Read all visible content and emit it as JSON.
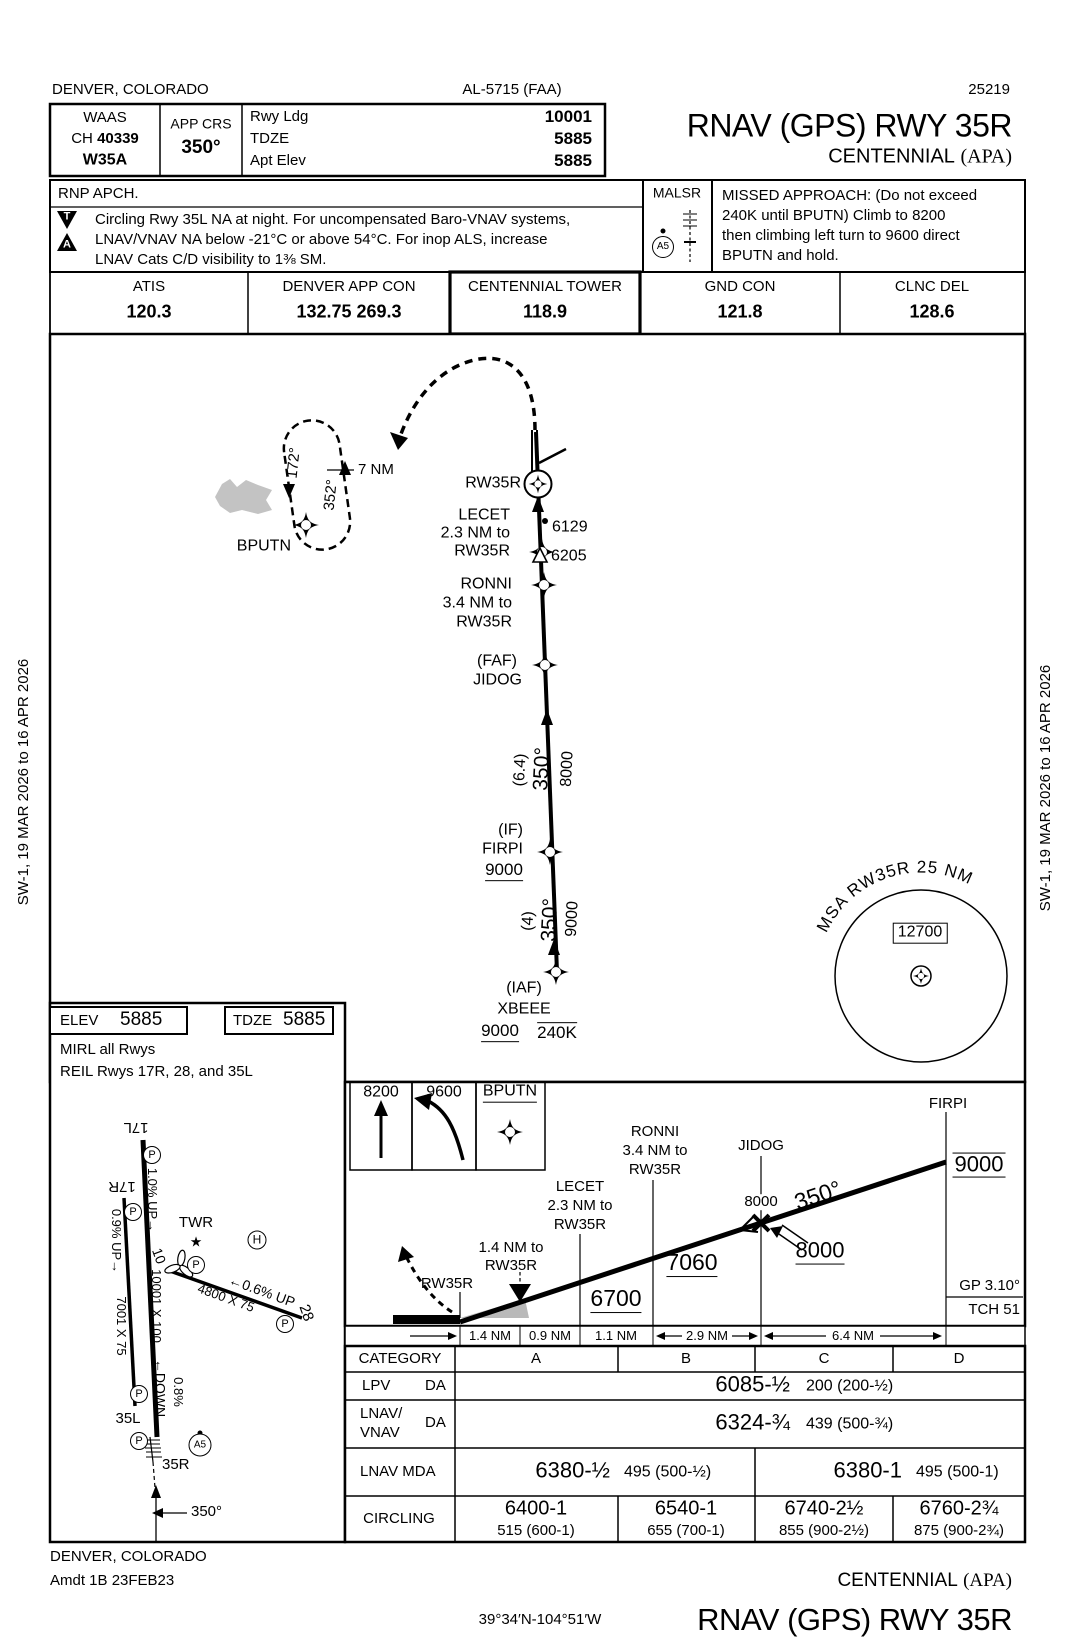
{
  "edition_band": "SW-1,  19 MAR 2026  to  16 APR 2026",
  "header": {
    "city": "DENVER, COLORADO",
    "al_number": "AL-5715 (FAA)",
    "chart_number": "25219"
  },
  "briefing": {
    "waas_label": "WAAS",
    "ch_label": "CH",
    "ch_value": "40339",
    "waas_ident": "W35A",
    "app_crs_label": "APP CRS",
    "app_crs_value": "350°",
    "rwy_ldg_label": "Rwy Ldg",
    "rwy_ldg_value": "10001",
    "tdze_label": "TDZE",
    "tdze_value": "5885",
    "apt_elev_label": "Apt Elev",
    "apt_elev_value": "5885",
    "procedure_title": "RNAV (GPS) RWY 35R",
    "airport_name": "CENTENNIAL",
    "airport_id": "(APA)"
  },
  "notes": {
    "rnp": "RNP APCH.",
    "t_icon": "T",
    "a_icon": "A",
    "line1": "Circling Rwy 35L NA at night.  For uncompensated Baro-VNAV systems,",
    "line2": "LNAV/VNAV NA below -21°C or above 54°C.  For inop ALS, increase",
    "line3": "LNAV Cats C/D visibility to 1⅜ SM.",
    "malsr": "MALSR",
    "a5": "A5"
  },
  "missed_approach": {
    "line1": "MISSED APPROACH:  (Do not exceed",
    "line2": "240K until BPUTN) Climb to 8200",
    "line3": "then climbing left turn to 9600 direct",
    "line4": "BPUTN and hold."
  },
  "comms": [
    {
      "label": "ATIS",
      "freq": "120.3"
    },
    {
      "label": "DENVER APP CON",
      "freq": "132.75  269.3"
    },
    {
      "label": "CENTENNIAL TOWER",
      "freq": "118.9"
    },
    {
      "label": "GND CON",
      "freq": "121.8"
    },
    {
      "label": "CLNC DEL",
      "freq": "128.6"
    }
  ],
  "plan": {
    "hold_outbound": "172°",
    "hold_inbound": "352°",
    "hold_leg": "7 NM",
    "bputn": "BPUTN",
    "rw35r": "RW35R",
    "lecet": {
      "name": "LECET",
      "dist": "2.3 NM to",
      "ref": "RW35R"
    },
    "obstacle1": "6129",
    "obstacle2": "6205",
    "ronni": {
      "name": "RONNI",
      "dist": "3.4 NM to",
      "ref": "RW35R"
    },
    "faf": "(FAF)",
    "jidog": "JIDOG",
    "leg1_course": "350°",
    "leg1_dist": "(6.4)",
    "leg1_alt": "8000",
    "if_label": "(IF)",
    "firpi": "FIRPI",
    "firpi_alt": "9000",
    "leg2_course": "350°",
    "leg2_dist": "(4)",
    "leg2_alt": "9000",
    "iaf_label": "(IAF)",
    "xbeee": "XBEEE",
    "xbeee_alt": "9000",
    "xbeee_speed": "240K",
    "msa_arc_text": "MSA RW35R 25 NM",
    "msa_alt": "12700"
  },
  "airport": {
    "elev_label": "ELEV",
    "elev": "5885",
    "tdze_label": "TDZE",
    "tdze": "5885",
    "lights1": "MIRL all Rwys",
    "lights2": "REIL Rwys 17R, 28, and 35L",
    "rwy17l": "17L",
    "rwy17r": "17R",
    "rwy35l": "35L",
    "rwy35r": "35R",
    "rwy28": "28",
    "rwy10": "10",
    "twr": "TWR",
    "twr_star": "★",
    "heli": "H",
    "parking": "P",
    "a5": "A5",
    "grad_long_up": "1.0% UP→",
    "grad_long_down": "←DOWN",
    "grad_long_pct": "0.8%",
    "grad_short": "0.9% UP→",
    "grad_28": "←0.6% UP",
    "dim_long": "10001 X 100",
    "dim_short": "7001 X 75",
    "dim_28": "4800 X 75",
    "final_course": "350°"
  },
  "profile": {
    "ma_alt1": "8200",
    "ma_alt2": "9600",
    "ma_fix": "BPUTN",
    "rw35r": "RW35R",
    "pt14_l1": "1.4 NM to",
    "pt14_l2": "RW35R",
    "lecet_l1": "LECET",
    "lecet_l2": "2.3 NM to",
    "lecet_l3": "RW35R",
    "ronni_l1": "RONNI",
    "ronni_l2": "3.4 NM to",
    "ronni_l3": "RW35R",
    "jidog": "JIDOG",
    "jidog_alt_top": "8000",
    "jidog_alt_gs": "8000",
    "firpi": "FIRPI",
    "firpi_alt": "9000",
    "alt_6700": "6700",
    "alt_7060": "7060",
    "course": "350°",
    "gp": "GP 3.10°",
    "tch": "TCH 51",
    "dist": [
      "1.4 NM",
      "0.9 NM",
      "1.1 NM",
      "2.9 NM",
      "6.4 NM"
    ]
  },
  "minima": {
    "category_label": "CATEGORY",
    "categories": [
      "A",
      "B",
      "C",
      "D"
    ],
    "lpv": {
      "name": "LPV",
      "type": "DA",
      "value": "6085-½",
      "note": "200 (200-½)"
    },
    "lnav_vnav": {
      "name1": "LNAV/",
      "name2": "VNAV",
      "type": "DA",
      "value": "6324-¾",
      "note": "439 (500-¾)"
    },
    "lnav": {
      "name": "LNAV  MDA",
      "ab_value": "6380-½",
      "ab_note": "495 (500-½)",
      "cd_value": "6380-1",
      "cd_note": "495 (500-1)"
    },
    "circling": {
      "name": "CIRCLING",
      "cells": [
        {
          "value": "6400-1",
          "note": "515 (600-1)"
        },
        {
          "value": "6540-1",
          "note": "655 (700-1)"
        },
        {
          "value": "6740-2½",
          "note": "855 (900-2½)"
        },
        {
          "value": "6760-2¾",
          "note": "875 (900-2¾)"
        }
      ]
    }
  },
  "footer": {
    "city": "DENVER, COLORADO",
    "amdt": "Amdt 1B  23FEB23",
    "coords": "39°34′N-104°51′W",
    "airport_name": "CENTENNIAL",
    "airport_id": "(APA)",
    "procedure_title": "RNAV (GPS) RWY 35R"
  }
}
